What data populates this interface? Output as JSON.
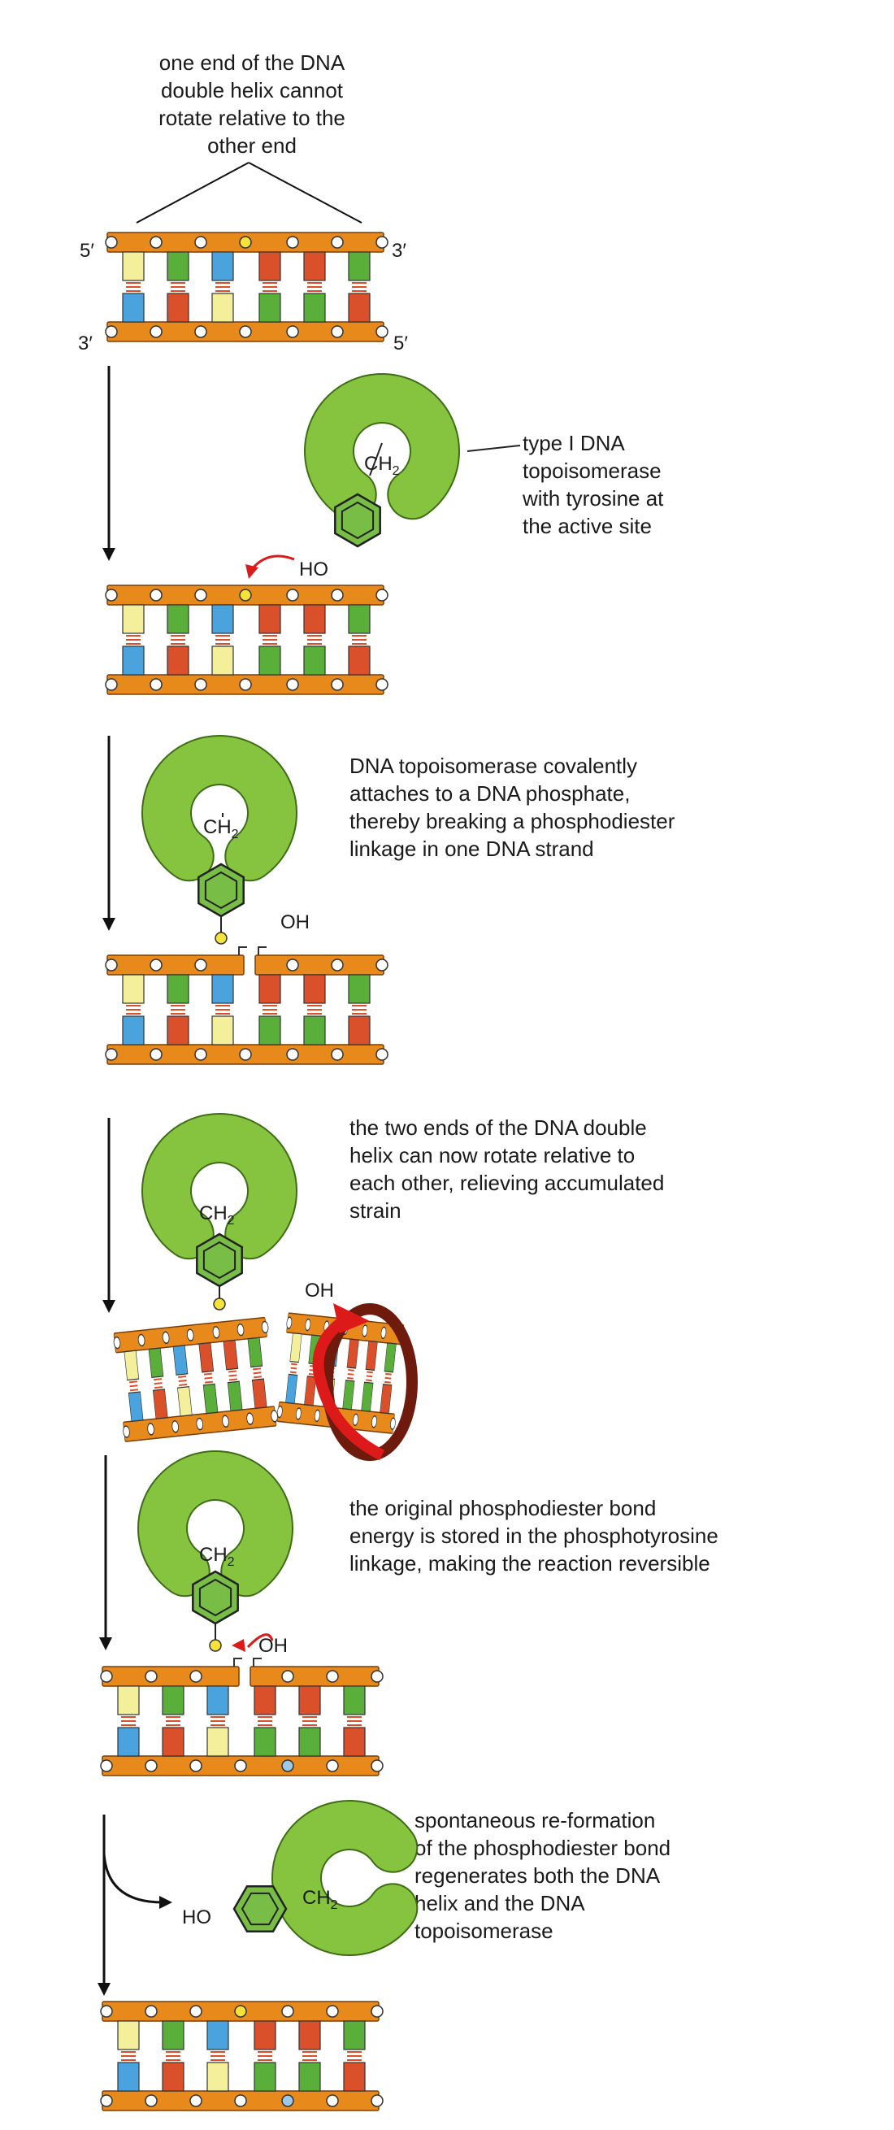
{
  "top_caption": [
    "one end of the DNA",
    "double helix cannot",
    "rotate relative to the",
    "other end"
  ],
  "end_labels": {
    "five_prime": "5′",
    "three_prime": "3′"
  },
  "step_captions": [
    [
      "type I DNA",
      "topoisomerase",
      "with tyrosine at",
      "the active site"
    ],
    [
      "DNA topoisomerase covalently",
      "attaches to a DNA phosphate,",
      "thereby breaking a phosphodiester",
      "linkage in one DNA strand"
    ],
    [
      "the two ends of the DNA double",
      "helix can now rotate relative to",
      "each other, relieving accumulated",
      "strain"
    ],
    [
      "the original phosphodiester bond",
      "energy is stored in the phosphotyrosine",
      "linkage, making the reaction reversible"
    ],
    [
      "spontaneous re-formation",
      "of the phosphodiester bond",
      "regenerates both the DNA",
      "helix and the DNA",
      "topoisomerase"
    ]
  ],
  "chem": {
    "ch2": "CH",
    "ch2_sub": "2",
    "ho": "HO",
    "oh": "OH"
  },
  "colors": {
    "backbone": "#e8891c",
    "backbone_edge": "#7a3d05",
    "blue": "#4aa3dc",
    "green": "#5aae3a",
    "red": "#d9502a",
    "yellow": "#f3ef9a",
    "enzyme": "#86c440",
    "enzyme_edge": "#3e6d16",
    "ring": "#78bd45",
    "arrow_red": "#dd1a1a",
    "rot_dark": "#6e1a0c"
  }
}
